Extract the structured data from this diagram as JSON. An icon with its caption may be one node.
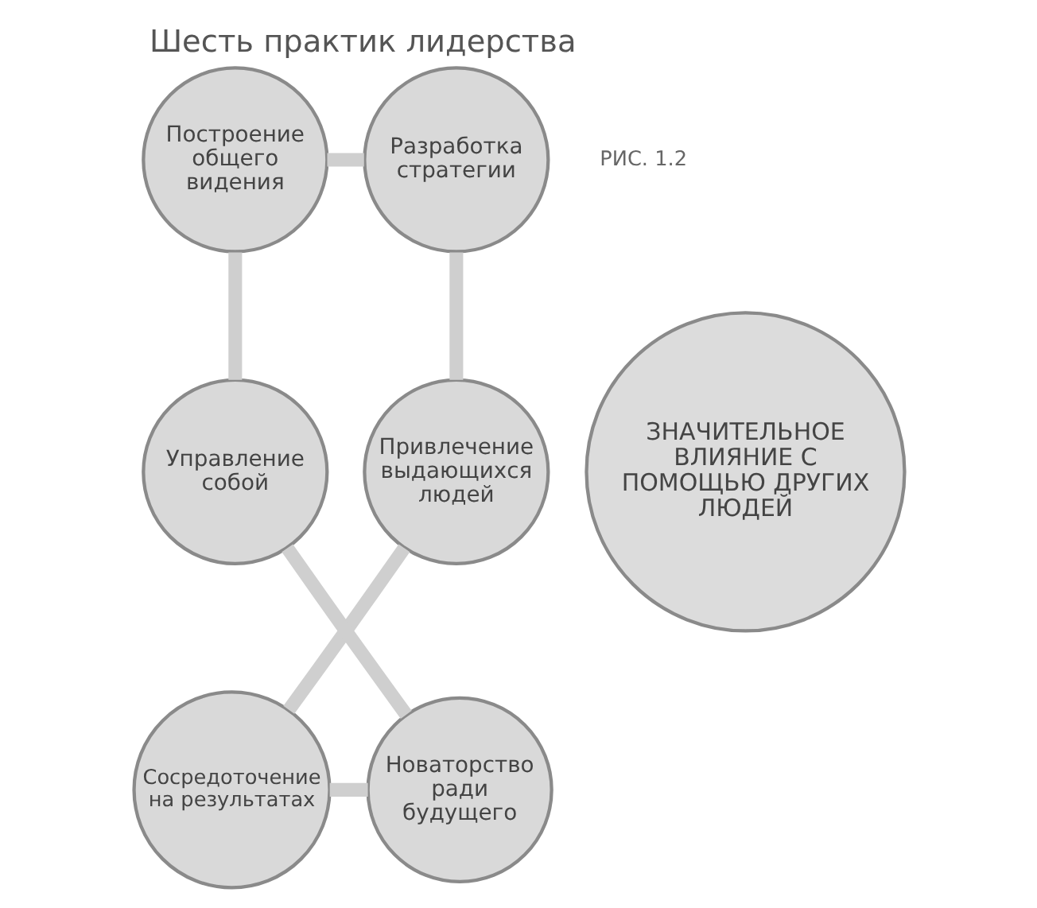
{
  "diagram": {
    "title": "Шесть практик лидерства",
    "nodes": [
      {
        "text": [
          "Построение общего видения"
        ]
      },
      {
        "text": [
          "Разработка стратегии"
        ]
      },
      {
        "text": [
          "Управление собой"
        ]
      },
      {
        "text": [
          "ЗНАЧИТЕЛЬНОЕ ВЛИЯНИЕ С ПОМОЩЬЮ ДРУГИХ ЛЮДЕЙ"
        ]
      },
      {
        "text": [
          "Привлечение выдающихся людей"
        ]
      },
      {
        "text": [
          "Новаторство ради будущего"
        ]
      },
      {
        "text": [
          "Сосредоточение на результатах"
        ]
      }
    ],
    "edges": [
      {
        "from": 0,
        "to": 1,
        "arrow": "none"
      },
      {
        "from": 1,
        "to": 4,
        "arrow": "none"
      },
      {
        "from": 4,
        "to": 6,
        "arrow": "none"
      },
      {
        "from": 6,
        "to": 5,
        "arrow": "none"
      },
      {
        "from": 5,
        "to": 2,
        "arrow": "none"
      },
      {
        "from": 2,
        "to": 0,
        "arrow": "none"
      }
    ],
    "labels": [
      "РИС. 1.2"
    ]
  }
}
